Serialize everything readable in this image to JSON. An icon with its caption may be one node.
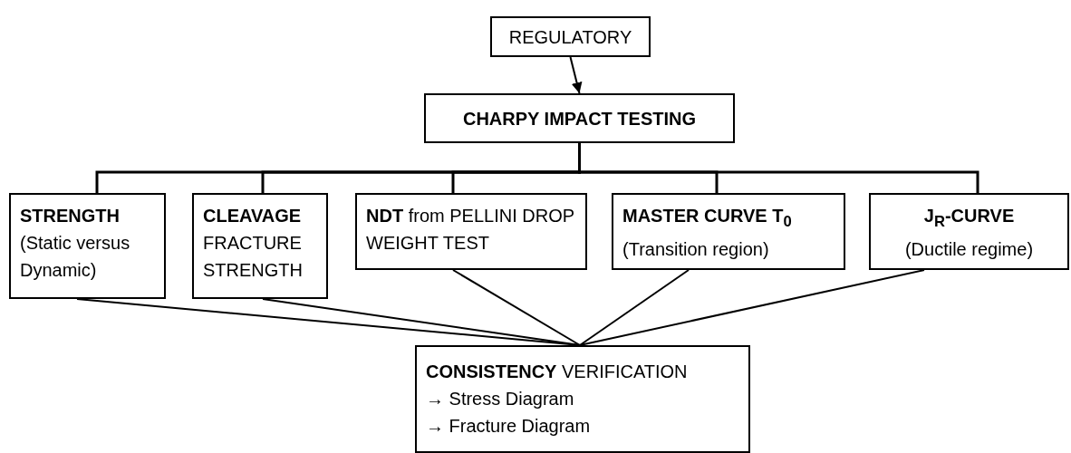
{
  "diagram": {
    "nodes": [
      {
        "text": [
          "REGULATORY"
        ]
      },
      {
        "text": [
          "CHARPY IMPACT TESTING"
        ]
      },
      {
        "text": [
          "STRENGTH",
          "(Static versus Dynamic)"
        ]
      },
      {
        "text": [
          "CLEAVAGE",
          "FRACTURE STRENGTH"
        ]
      },
      {
        "text": [
          "**NDT** from PELLINI DROP WEIGHT TEST"
        ]
      },
      {
        "text": [
          "MASTER CURVE T$_{0}$",
          "(Transition region)"
        ]
      },
      {
        "text": [
          "J$_{R}$-CURVE",
          "(Ductile regime)"
        ]
      },
      {
        "text": [
          "**CONSISTENCY** VERIFICATION",
          "→ Stress Diagram",
          "→ Fracture Diagram"
        ]
      }
    ],
    "edges": [
      {
        "from": 0,
        "to": 1,
        "arrow": "to"
      },
      {
        "from": 1,
        "to": 2,
        "arrow": "none"
      },
      {
        "from": 1,
        "to": 3,
        "arrow": "none"
      },
      {
        "from": 1,
        "to": 4,
        "arrow": "none"
      },
      {
        "from": 1,
        "to": 5,
        "arrow": "none"
      },
      {
        "from": 1,
        "to": 6,
        "arrow": "none"
      },
      {
        "from": 2,
        "to": 7,
        "arrow": "none"
      },
      {
        "from": 3,
        "to": 7,
        "arrow": "none"
      },
      {
        "from": 4,
        "to": 7,
        "arrow": "none"
      },
      {
        "from": 5,
        "to": 7,
        "arrow": "none"
      },
      {
        "from": 6,
        "to": 7,
        "arrow": "none"
      }
    ]
  }
}
